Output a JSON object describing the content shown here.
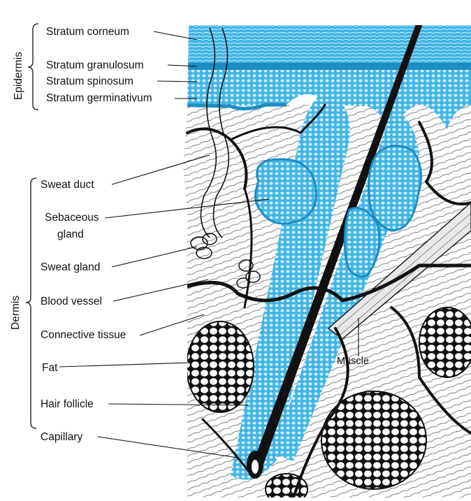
{
  "colors": {
    "epidermis_blue": "#3fb4e6",
    "ink": "#111111",
    "background": "#ffffff"
  },
  "groups": {
    "epidermis": "Epidermis",
    "dermis": "Dermis"
  },
  "labels": {
    "stratum_corneum": "Stratum corneum",
    "stratum_granulosum": "Stratum granulosum",
    "stratum_spinosum": "Stratum spinosum",
    "stratum_germinativum": "Stratum germinativum",
    "sweat_duct": "Sweat duct",
    "sebaceous_gland_line1": "Sebaceous",
    "sebaceous_gland_line2": "gland",
    "sweat_gland": "Sweat gland",
    "blood_vessel": "Blood vessel",
    "connective_tissue": "Connective tissue",
    "fat": "Fat",
    "hair_follicle": "Hair follicle",
    "capillary": "Capillary",
    "muscle": "Muscle"
  }
}
